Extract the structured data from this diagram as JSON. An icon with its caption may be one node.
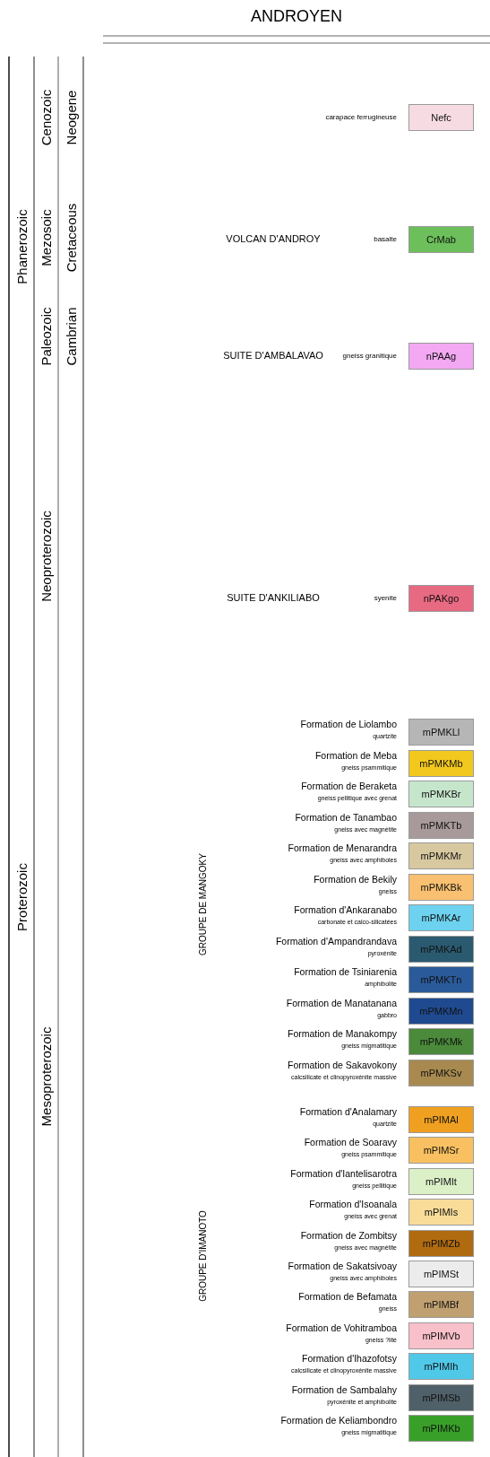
{
  "diagram": {
    "title": "ANDROYEN",
    "nodes": [
      {
        "text": [
          "Nefc"
        ],
        "beside": [
          "carapace ferrugineuse"
        ]
      },
      {
        "text": [
          "CrMab"
        ],
        "beside": [
          "basalte"
        ]
      },
      {
        "text": [
          "nPAAg"
        ],
        "beside": [
          "gneiss granitique"
        ]
      },
      {
        "text": [
          "nPAKgo"
        ],
        "beside": [
          "syenite"
        ]
      },
      {
        "text": [
          "mPMKLl"
        ],
        "beside": [
          "Formation de Liolambo",
          "quartzite"
        ]
      },
      {
        "text": [
          "mPMKMb"
        ],
        "beside": [
          "Formation de Meba",
          "gneiss psammitique"
        ]
      },
      {
        "text": [
          "mPMKBr"
        ],
        "beside": [
          "Formation de Beraketa",
          "gneiss pellitique avec grenat"
        ]
      },
      {
        "text": [
          "mPMKTb"
        ],
        "beside": [
          "Formation de Tanambao",
          "gneiss avec magnétite"
        ]
      },
      {
        "text": [
          "mPMKMr"
        ],
        "beside": [
          "Formation de Menarandra",
          "gneiss avec amphiboles"
        ]
      },
      {
        "text": [
          "mPMKBk"
        ],
        "beside": [
          "Formation de Bekily",
          "gneiss"
        ]
      },
      {
        "text": [
          "mPMKAr"
        ],
        "beside": [
          "Formation d'Ankaranabo",
          "carbonate et calco-silicatées"
        ]
      },
      {
        "text": [
          "mPMKAd"
        ],
        "beside": [
          "Formation d'Ampandrandava",
          "pyroxénite"
        ]
      },
      {
        "text": [
          "mPMKTn"
        ],
        "beside": [
          "Formation de Tsiniarenia",
          "amphibolite"
        ]
      },
      {
        "text": [
          "mPMKMn"
        ],
        "beside": [
          "Formation de Manatanana",
          "gabbro"
        ]
      },
      {
        "text": [
          "mPMKMk"
        ],
        "beside": [
          "Formation de Manakompy",
          "gneiss migmatitique"
        ]
      },
      {
        "text": [
          "mPMKSv"
        ],
        "beside": [
          "Formation de Sakavokony",
          "calcsilicate et clinopyroxénite massive"
        ]
      },
      {
        "text": [
          "mPIMAl"
        ],
        "beside": [
          "Formation d'Analamary",
          "quartzite"
        ]
      },
      {
        "text": [
          "mPIMSr"
        ],
        "beside": [
          "Formation de Soaravy",
          "gneiss psammitique"
        ]
      },
      {
        "text": [
          "mPIMIt"
        ],
        "beside": [
          "Formation d'Iantelisarotra",
          "gneiss pellitique"
        ]
      },
      {
        "text": [
          "mPIMIs"
        ],
        "beside": [
          "Formation d'Isoanala",
          "gneiss avec grenat"
        ]
      },
      {
        "text": [
          "mPIMZb"
        ],
        "beside": [
          "Formation de Zombitsy",
          "gneiss avec magnétite"
        ]
      },
      {
        "text": [
          "mPIMSt"
        ],
        "beside": [
          "Formation de Sakatsivoay",
          "gneiss avec amphiboles"
        ]
      },
      {
        "text": [
          "mPIMBf"
        ],
        "beside": [
          "Formation de Befamata",
          "gneiss"
        ]
      },
      {
        "text": [
          "mPIMVb"
        ],
        "beside": [
          "Formation de Vohitramboa",
          "gneiss ?lité"
        ]
      },
      {
        "text": [
          "mPIMIh"
        ],
        "beside": [
          "Formation d'Ihazofotsy",
          "calcsilicate et clinopyroxénite massive"
        ]
      },
      {
        "text": [
          "mPIMSb"
        ],
        "beside": [
          "Formation de Sambalahy",
          "pyroxénite et amphibolite"
        ]
      },
      {
        "text": [
          "mPIMKb"
        ],
        "beside": [
          "Formation de Keliambondro",
          "gneiss migmatitique"
        ]
      }
    ],
    "labels": [
      "Cenozoic",
      "Neogene",
      "Phanerozoic",
      "Mezosoic",
      "Cretaceous",
      "VOLCAN D'ANDROY",
      "Paleozoic",
      "Cambrian",
      "SUITE D'AMBALAVAO",
      "Neoproterozoic",
      "SUITE D'ANKILIABO",
      "Proterozoic",
      "GROUPE DE MANGOKY",
      "Mesoproterozoic",
      "GROUPE D'IMANOTO"
    ]
  }
}
